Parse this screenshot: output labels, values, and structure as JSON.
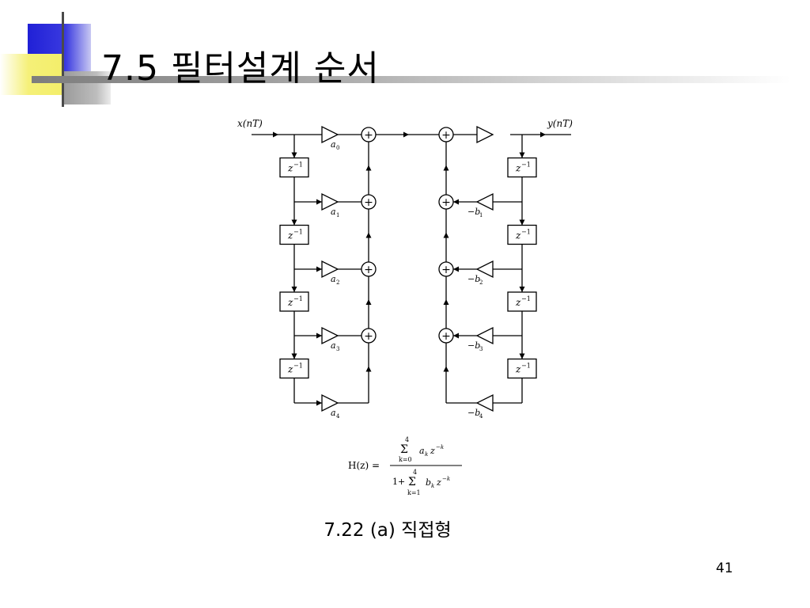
{
  "slide": {
    "title": "7.5  필터설계 순서",
    "caption": "7.22 (a) 직접형",
    "page_number": "41"
  },
  "diagram": {
    "input_label": "x(nT)",
    "output_label": "y(nT)",
    "delay_label": "z",
    "delay_exponent": "−1",
    "feedforward_coefficients": [
      "a",
      "a",
      "a",
      "a",
      "a"
    ],
    "feedforward_subscripts": [
      "0",
      "1",
      "2",
      "3",
      "4"
    ],
    "feedback_coefficients": [
      "−b",
      "−b",
      "−b",
      "−b"
    ],
    "feedback_subscripts": [
      "1",
      "2",
      "3",
      "4"
    ],
    "adder_symbol": "+"
  },
  "formula": {
    "lhs": "H(z) =",
    "numerator": {
      "upper": "4",
      "sum": "Σ",
      "lower": "k=0",
      "term": "a",
      "term_sub": "k",
      "term_z": "z",
      "term_exp": "−k"
    },
    "denominator": {
      "prefix": "1+",
      "upper": "4",
      "sum": "Σ",
      "lower": "k=1",
      "term": "b",
      "term_sub": "k",
      "term_z": "z",
      "term_exp": "−k"
    }
  },
  "colors": {
    "deco_blue": "#2b2bd8",
    "deco_yellow": "#f5f078",
    "deco_gray": "#a8a8a8"
  }
}
